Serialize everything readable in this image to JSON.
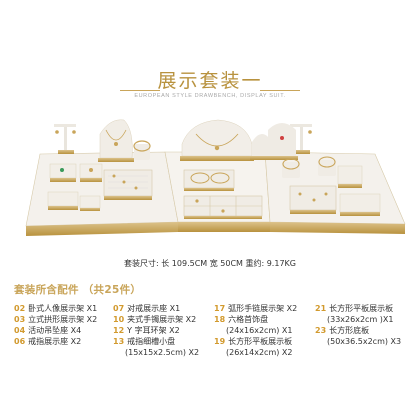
{
  "header": {
    "title": "展示套装一",
    "subtitle": "EUROPEAN STYLE DRAWBENCH, DISPLAY SUIT."
  },
  "size_line": "套装尺寸: 长 109.5CM 宽 50CM    重约: 9.17KG",
  "parts_title": "套装所含配件 （共25件）",
  "parts": {
    "col1": [
      {
        "num": "02",
        "text": "卧式人像展示架 X1"
      },
      {
        "num": "03",
        "text": "立式拱形展示架 X2"
      },
      {
        "num": "04",
        "text": "活动吊坠座 X4"
      },
      {
        "num": "06",
        "text": "戒指展示座 X2"
      }
    ],
    "col2": [
      {
        "num": "07",
        "text": "对戒展示座  X1"
      },
      {
        "num": "10",
        "text": "夹式手镯展示架 X2"
      },
      {
        "num": "12",
        "text": "Y 字耳环架 X2"
      },
      {
        "num": "13",
        "text": "戒指细槽小盘",
        "cont": "(15x15x2.5cm) X2"
      }
    ],
    "col3": [
      {
        "num": "17",
        "text": "弧形手链展示架 X2"
      },
      {
        "num": "18",
        "text": "六格首饰盘",
        "cont": "(24x16x2cm) X1"
      },
      {
        "num": "19",
        "text": "长方形平板展示板",
        "cont": "(26x14x2cm) X2"
      }
    ],
    "col4": [
      {
        "num": "21",
        "text": "长方形平板展示板",
        "cont": "(33x26x2cm )X1"
      },
      {
        "num": "23",
        "text": "长方形底板",
        "cont": "(50x36.5x2cm) X3"
      }
    ]
  },
  "colors": {
    "accent_gold": "#c9a55a",
    "number_orange": "#d29a2e",
    "white_surface": "#f4f1ec"
  }
}
